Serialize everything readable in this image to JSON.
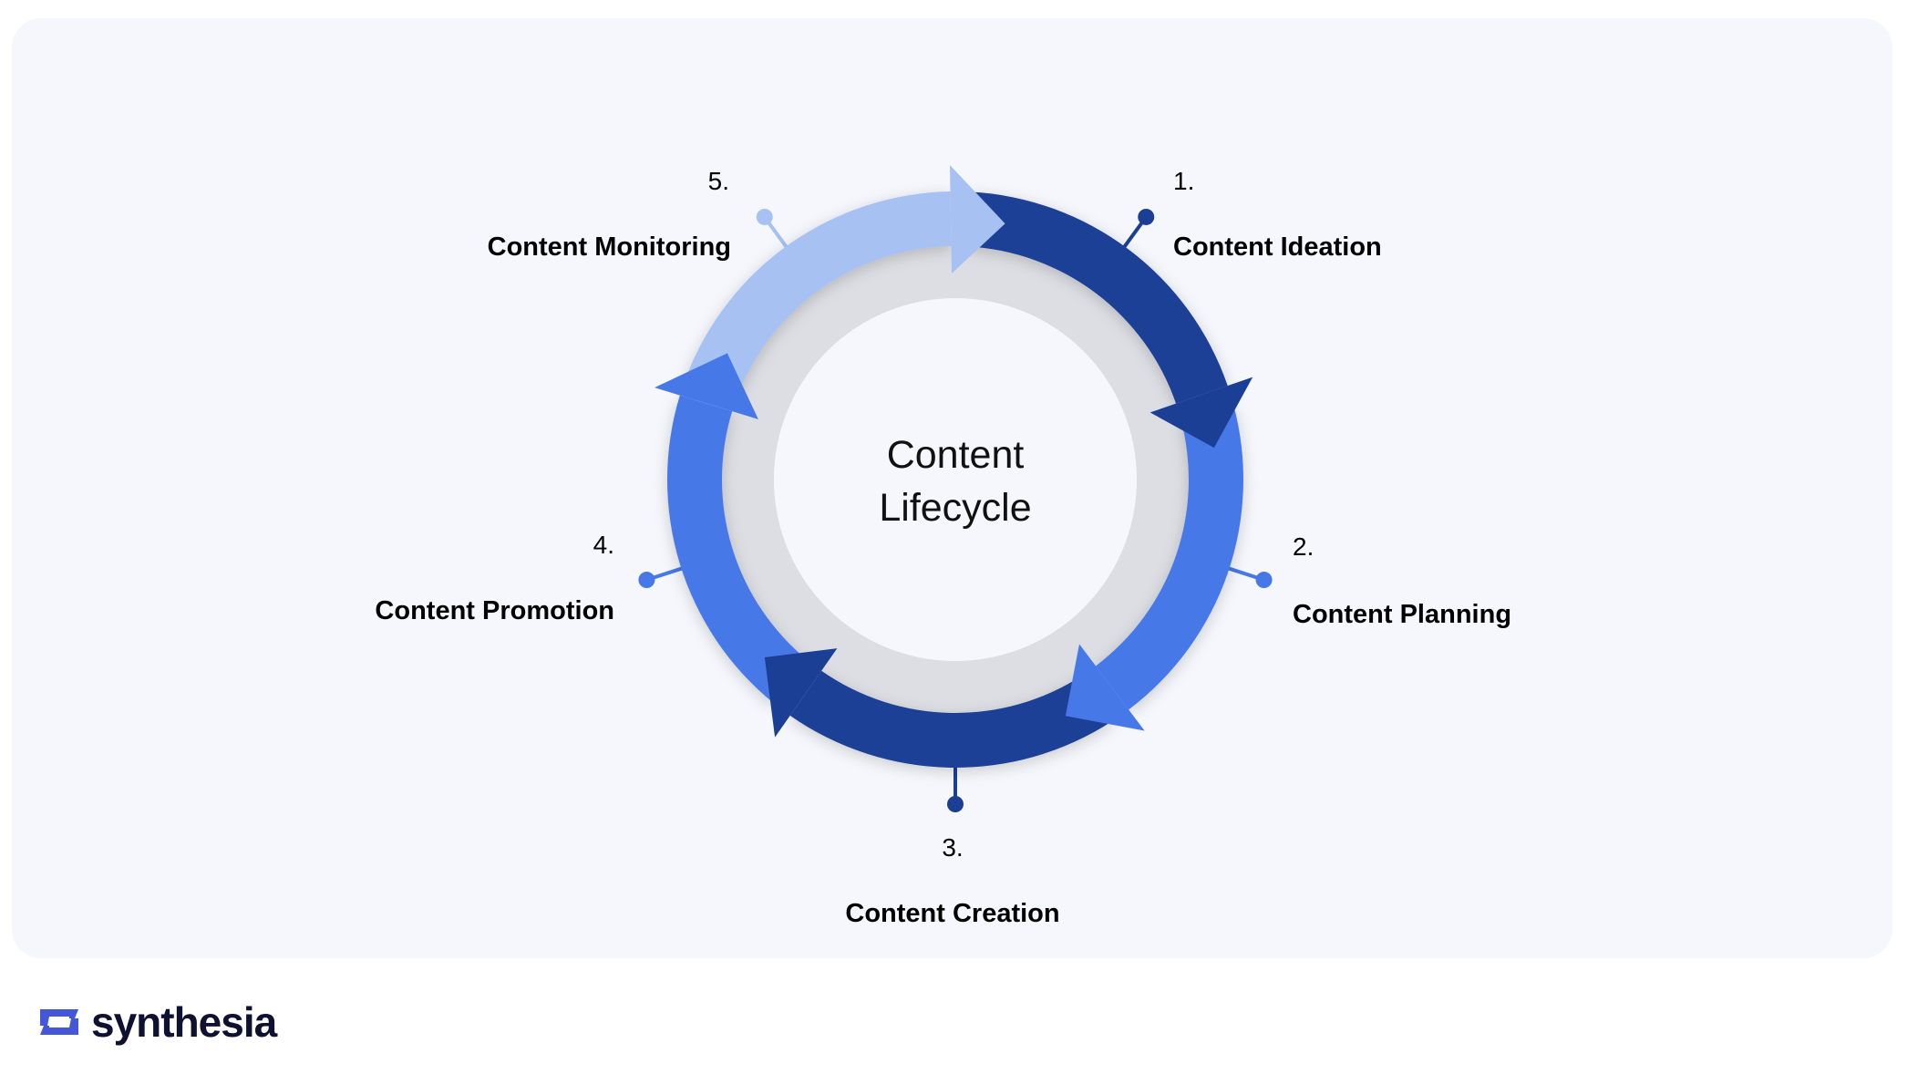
{
  "diagram": {
    "title_line1": "Content",
    "title_line2": "Lifecycle",
    "steps": [
      {
        "number": "1.",
        "label": "Content Ideation",
        "color": "#1c3f96"
      },
      {
        "number": "2.",
        "label": "Content Planning",
        "color": "#4678e8"
      },
      {
        "number": "3.",
        "label": "Content Creation",
        "color": "#1c3f96"
      },
      {
        "number": "4.",
        "label": "Content Promotion",
        "color": "#4678e8"
      },
      {
        "number": "5.",
        "label": "Content Monitoring",
        "color": "#a6c1f2"
      }
    ],
    "ring_color": "#dcdee3"
  },
  "brand": {
    "name": "synthesia",
    "color": "#4357d8"
  }
}
